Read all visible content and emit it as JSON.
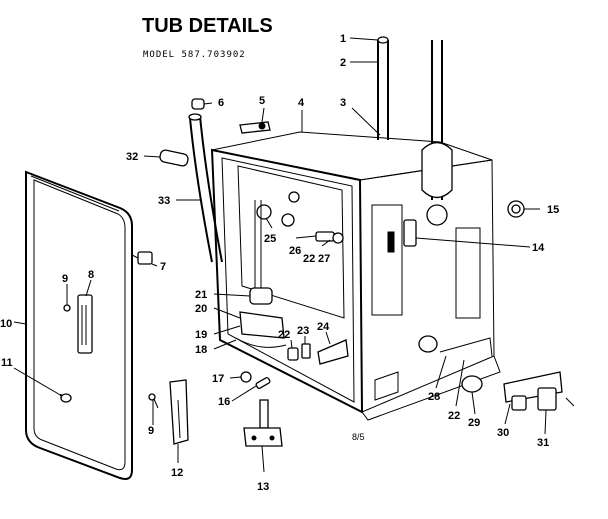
{
  "header": {
    "title": "TUB DETAILS",
    "model": "MODEL 587.703902"
  },
  "footer": {
    "page_mark": "8/5"
  },
  "callouts": {
    "c1": "1",
    "c2": "2",
    "c3": "3",
    "c4": "4",
    "c5": "5",
    "c6": "6",
    "c7": "7",
    "c8": "8",
    "c9a": "9",
    "c9b": "9",
    "c10": "10",
    "c11": "11",
    "c12": "12",
    "c13": "13",
    "c14": "14",
    "c15": "15",
    "c16": "16",
    "c17": "17",
    "c18": "18",
    "c19": "19",
    "c20": "20",
    "c21": "21",
    "c22a": "22",
    "c22b": "22",
    "c22c": "22",
    "c23": "23",
    "c24": "24",
    "c25": "25",
    "c26": "26",
    "c27": "27",
    "c28": "28",
    "c29": "29",
    "c30": "30",
    "c31": "31",
    "c32": "32",
    "c33": "33"
  }
}
